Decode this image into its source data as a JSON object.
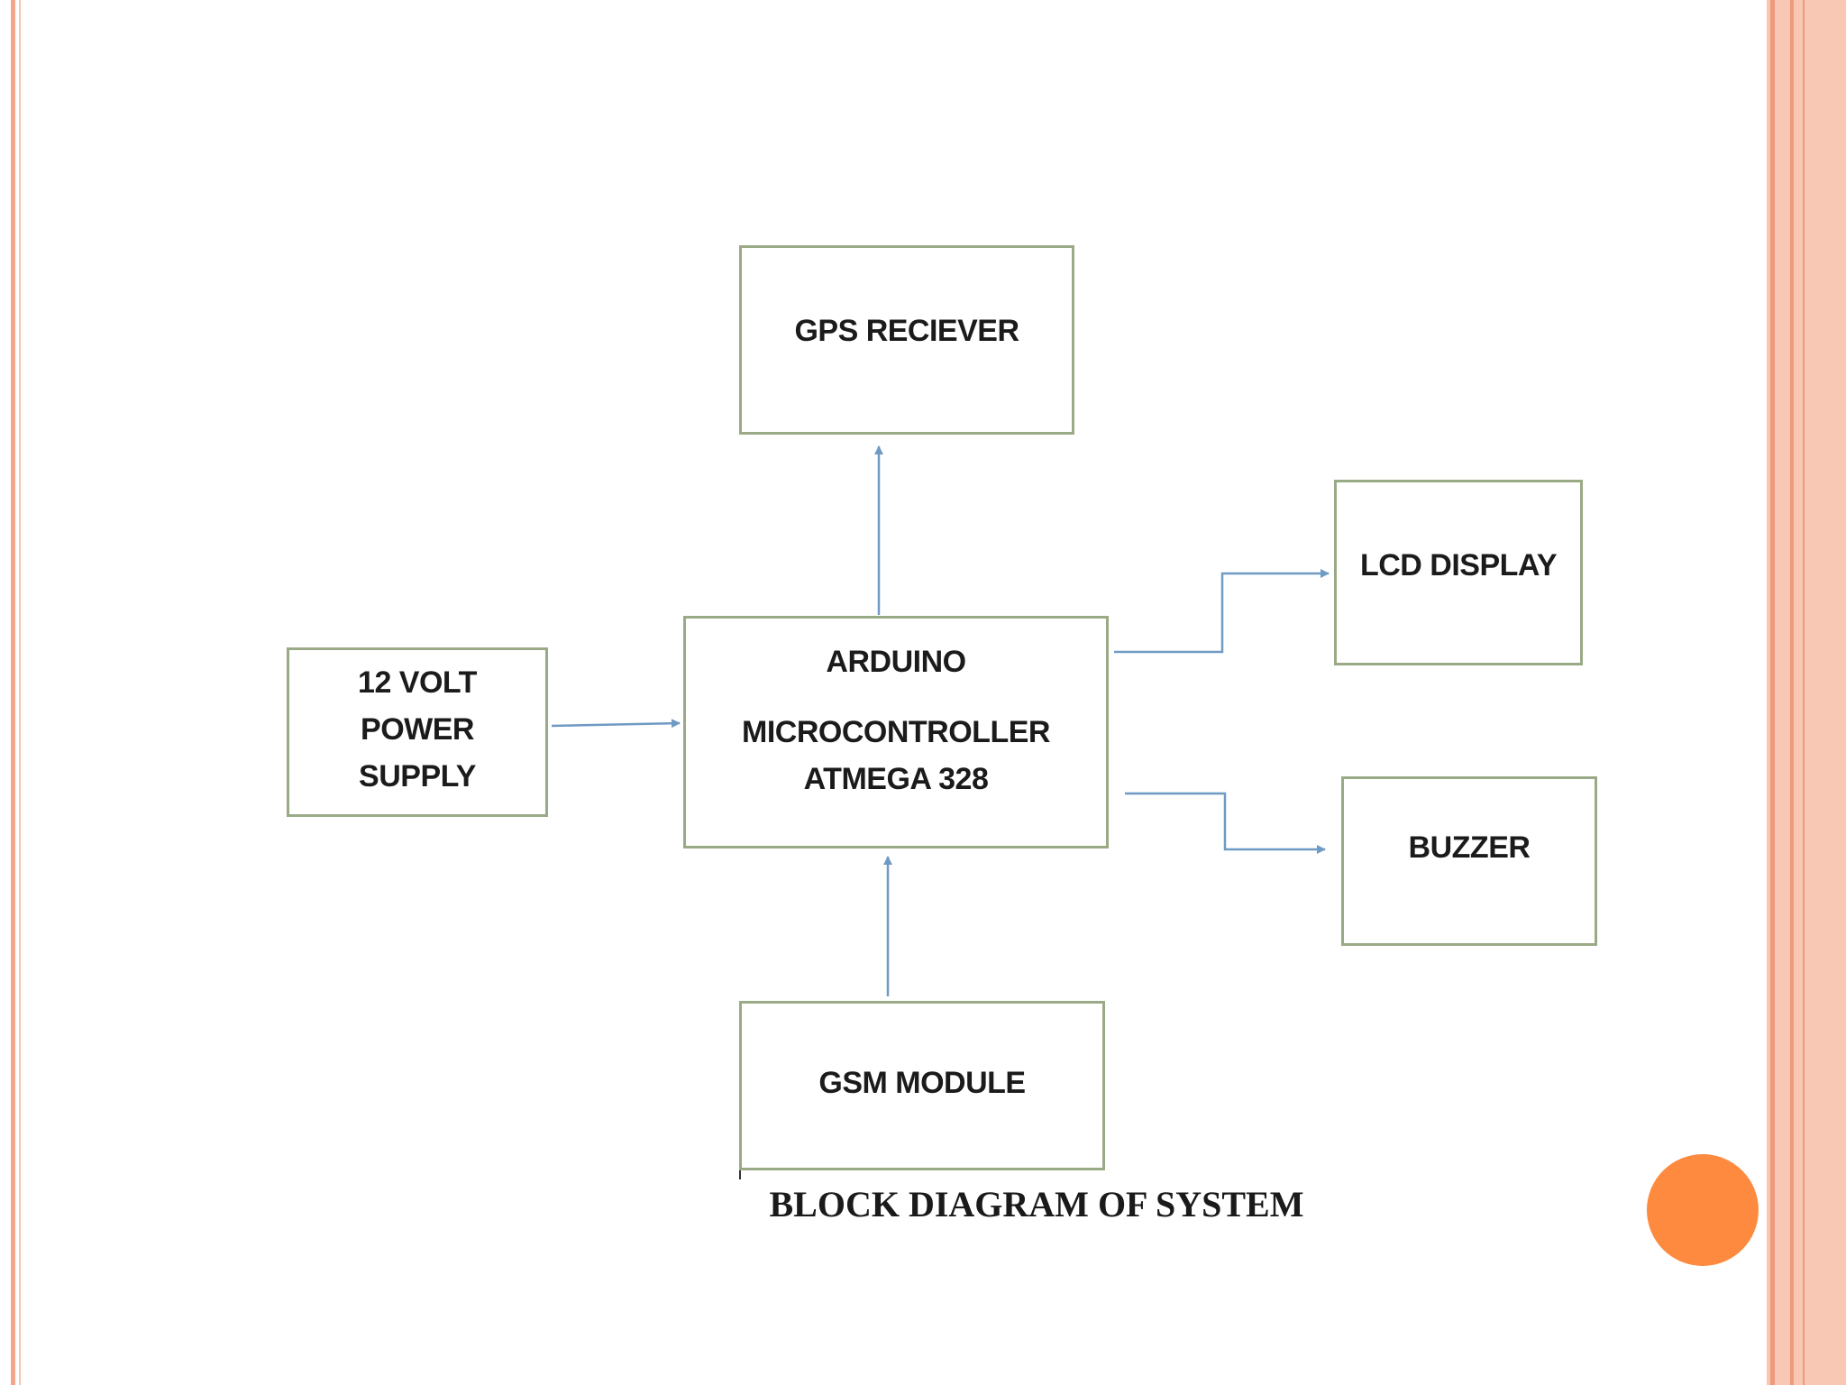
{
  "colors": {
    "background": "#ffffff",
    "block_border": "#9aaa86",
    "arrow": "#6f9ac4",
    "border_accent": "#f4a58a",
    "dot": "#fd8a3e"
  },
  "diagram": {
    "blocks": {
      "gps": {
        "lines": [
          "GPS RECIEVER"
        ]
      },
      "power": {
        "lines": [
          "12 VOLT",
          "POWER",
          "SUPPLY"
        ]
      },
      "arduino": {
        "lines": [
          "ARDUINO",
          "MICROCONTROLLER",
          "ATMEGA 328"
        ]
      },
      "lcd": {
        "lines": [
          "LCD DISPLAY"
        ]
      },
      "buzzer": {
        "lines": [
          "BUZZER"
        ]
      },
      "gsm": {
        "lines": [
          "GSM MODULE"
        ]
      }
    },
    "connections": [
      {
        "from": "power",
        "to": "arduino"
      },
      {
        "from": "arduino",
        "to": "gps"
      },
      {
        "from": "arduino",
        "to": "lcd"
      },
      {
        "from": "arduino",
        "to": "buzzer"
      },
      {
        "from": "gsm",
        "to": "arduino"
      }
    ],
    "caption": "BLOCK DIAGRAM OF SYSTEM"
  }
}
